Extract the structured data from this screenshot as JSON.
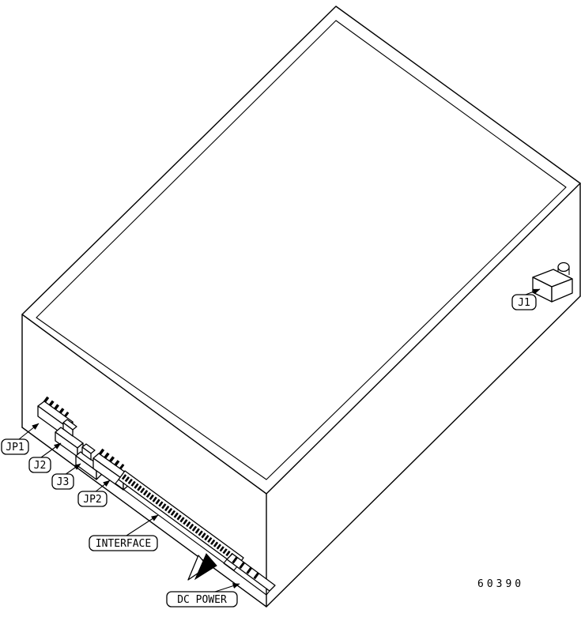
{
  "colors": {
    "ink": "#000000",
    "background": "#ffffff"
  },
  "diagram": {
    "callouts": {
      "jp1": "JP1",
      "j2": "J2",
      "j3": "J3",
      "jp2": "JP2",
      "interface": "INTERFACE",
      "dc_power": "DC POWER",
      "j1": "J1"
    },
    "figure_number": "60390"
  }
}
